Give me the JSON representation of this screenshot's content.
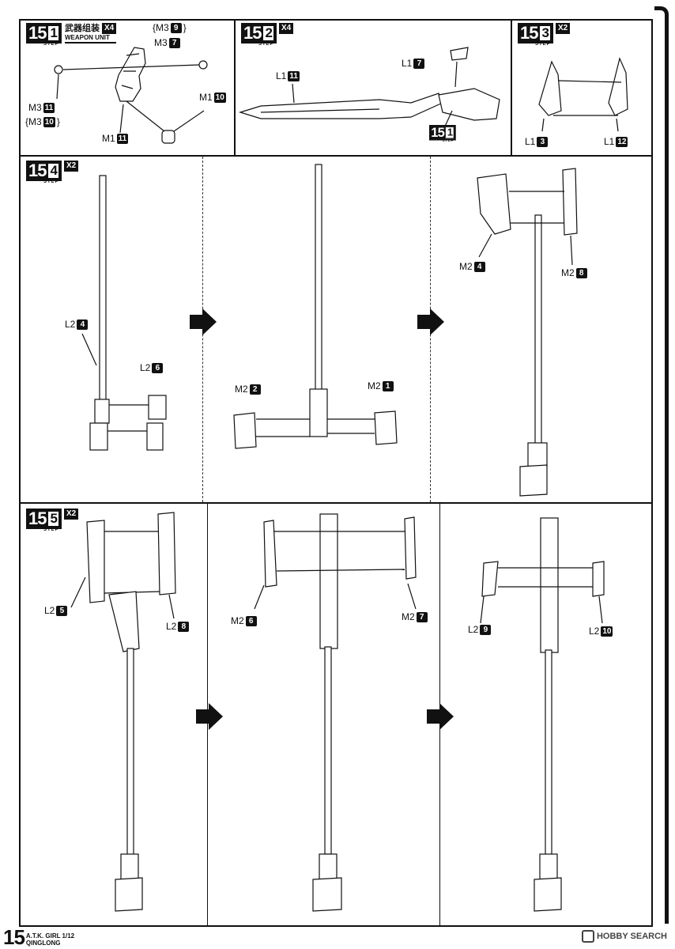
{
  "page": {
    "number": "15",
    "product_line1": "A.T.K. GIRL 1/12",
    "product_line2": "QINGLONG",
    "watermark": "HOBBY SEARCH"
  },
  "steps": {
    "s151": {
      "major": "15",
      "minor": "1",
      "step_word": "STEP",
      "mult": "X4",
      "title_cn": "武器组装",
      "title_en": "WEAPON UNIT"
    },
    "s152": {
      "major": "15",
      "minor": "2",
      "step_word": "STEP",
      "mult": "X4"
    },
    "s153": {
      "major": "15",
      "minor": "3",
      "step_word": "STEP",
      "mult": "X2"
    },
    "s154": {
      "major": "15",
      "minor": "4",
      "step_word": "STEP",
      "mult": "X2"
    },
    "s155": {
      "major": "15",
      "minor": "5",
      "step_word": "STEP",
      "mult": "X2"
    },
    "ref151": {
      "major": "15",
      "minor": "1",
      "step_word": "STEP"
    }
  },
  "labels": {
    "m3_9": {
      "part": "{M3",
      "num": "9",
      "close": "}"
    },
    "m3_7": {
      "part": "M3",
      "num": "7"
    },
    "m3_11": {
      "part": "M3",
      "num": "11"
    },
    "m3_10": {
      "part": "{M3",
      "num": "10",
      "close": "}"
    },
    "m1_10": {
      "part": "M1",
      "num": "10"
    },
    "m1_11": {
      "part": "M1",
      "num": "11"
    },
    "l1_7": {
      "part": "L1",
      "num": "7"
    },
    "l1_11": {
      "part": "L1",
      "num": "11"
    },
    "l1_3": {
      "part": "L1",
      "num": "3"
    },
    "l1_12": {
      "part": "L1",
      "num": "12"
    },
    "l2_4": {
      "part": "L2",
      "num": "4"
    },
    "l2_6": {
      "part": "L2",
      "num": "6"
    },
    "m2_2": {
      "part": "M2",
      "num": "2"
    },
    "m2_1": {
      "part": "M2",
      "num": "1"
    },
    "m2_4": {
      "part": "M2",
      "num": "4"
    },
    "m2_8": {
      "part": "M2",
      "num": "8"
    },
    "l2_5": {
      "part": "L2",
      "num": "5"
    },
    "l2_8": {
      "part": "L2",
      "num": "8"
    },
    "m2_6": {
      "part": "M2",
      "num": "6"
    },
    "m2_7": {
      "part": "M2",
      "num": "7"
    },
    "l2_9": {
      "part": "L2",
      "num": "9"
    },
    "l2_10": {
      "part": "L2",
      "num": "10"
    }
  }
}
